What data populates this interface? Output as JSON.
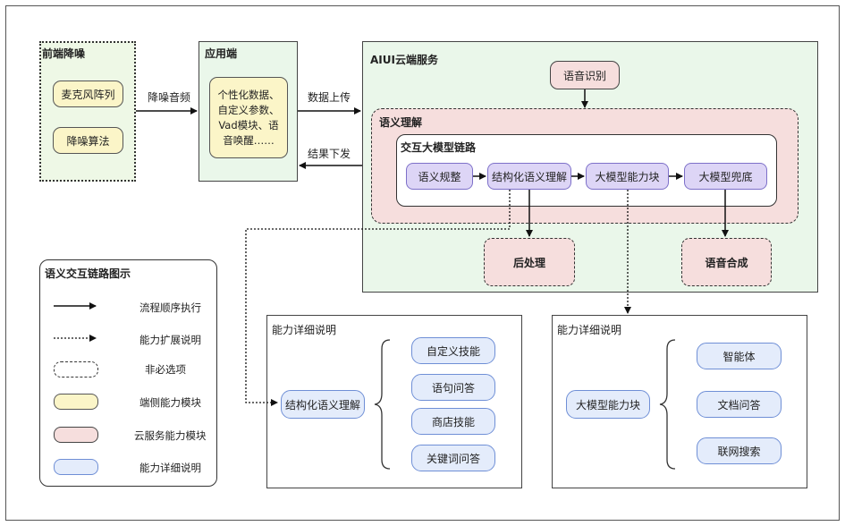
{
  "front_denoise": {
    "title": "前端降噪",
    "items": [
      "麦克风阵列",
      "降噪算法"
    ]
  },
  "app_side": {
    "title": "应用端",
    "content": [
      "个性化数据、",
      "自定义参数、",
      "Vad模块、语",
      "音唤醒……"
    ]
  },
  "edges": {
    "denoise_audio": "降噪音频",
    "data_upload": "数据上传",
    "result_down": "结果下发"
  },
  "cloud": {
    "title": "AIUI云端服务",
    "speech_recognition": "语音识别",
    "semantic": {
      "title": "语义理解",
      "chain_title": "交互大模型链路",
      "steps": [
        "语义规整",
        "结构化语义理解",
        "大模型能力块",
        "大模型兜底"
      ]
    },
    "post_process": "后处理",
    "speech_synthesis": "语音合成"
  },
  "legend": {
    "title": "语义交互链路图示",
    "items": [
      "流程顺序执行",
      "能力扩展说明",
      "非必选项",
      "端侧能力模块",
      "云服务能力模块",
      "能力详细说明"
    ]
  },
  "detail_left": {
    "title": "能力详细说明",
    "center": "结构化语义理解",
    "items": [
      "自定义技能",
      "语句问答",
      "商店技能",
      "关键词问答"
    ]
  },
  "detail_right": {
    "title": "能力详细说明",
    "center": "大模型能力块",
    "items": [
      "智能体",
      "文档问答",
      "联网搜索"
    ]
  },
  "colors": {
    "yellow": "#fbf5c8",
    "pink": "#f6dedd",
    "purple": "#ddd5f6",
    "blue": "#e4ecfb",
    "green": "#eaf7ea",
    "green_dotted": "#eef8e6"
  }
}
